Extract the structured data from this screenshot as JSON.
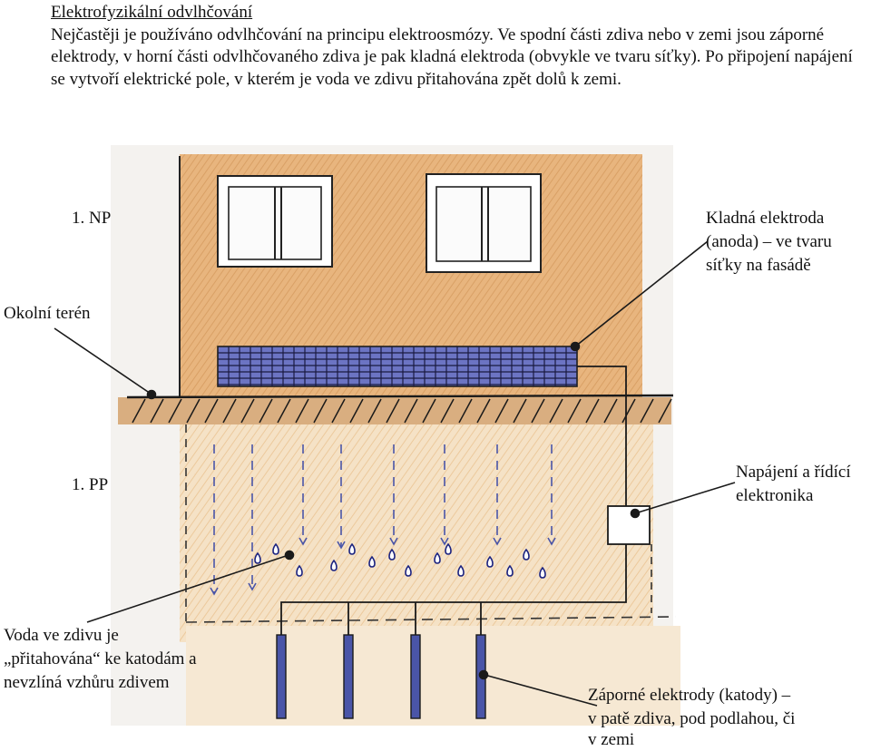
{
  "intro": {
    "heading": "Elektrofyzikální odvlhčování",
    "text": "Nejčastěji je používáno odvlhčování na principu elektroosmózy. Ve spodní části zdiva nebo v zemi jsou záporné elektrody, v horní části odvlhčovaného zdiva je pak kladná elektroda (obvykle ve tvaru síťky). Po připojení napájení se vytvoří elektrické pole, v kterém je voda ve zdivu přitahována zpět dolů k zemi."
  },
  "labels": {
    "floor_above": "1. NP",
    "floor_below": "1. PP",
    "terrain": "Okolní terén",
    "anode_line1": "Kladná elektroda",
    "anode_line2": "(anoda) – ve tvaru",
    "anode_line3": "síťky na fasádě",
    "power_line1": "Napájení a řídící",
    "power_line2": "elektronika",
    "water_line1": "Voda ve zdivu je",
    "water_line2": "„přitahována“ ke katodám a",
    "water_line3": "nevzlíná vzhůru zdivem",
    "cathode_line1": "Záporné elektrody (katody) –",
    "cathode_line2": "v patě zdiva, pod podlahou, či",
    "cathode_line3": "v zemi"
  },
  "colors": {
    "wall_upper": "#e6b27a",
    "wall_lower": "#f3dcbd",
    "soil": "#c99a68",
    "electrode": "#4a55a8",
    "ink": "#1a1a1a"
  }
}
